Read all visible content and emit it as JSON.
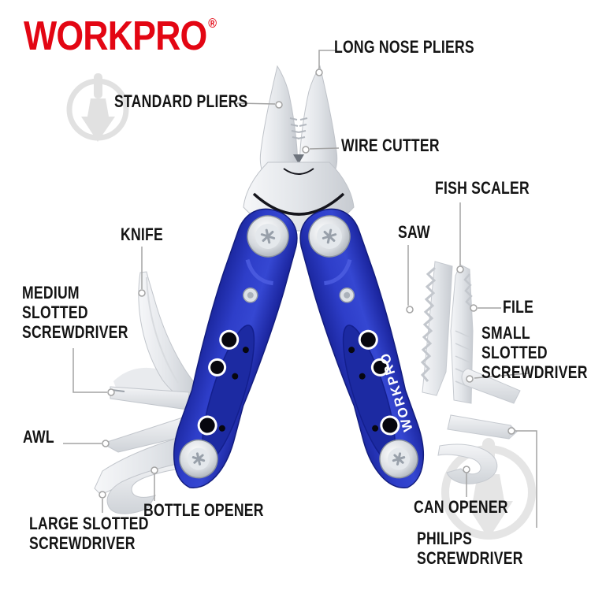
{
  "brand": {
    "name": "WORKPRO",
    "reg": "®",
    "color": "#e30613"
  },
  "product": {
    "description": "WORKPRO multitool pliers with blue handles, parts callout diagram",
    "handle_color": "#2b3abc",
    "handle_text": "WORKPRO"
  },
  "labels": [
    {
      "id": "long-nose-pliers",
      "text": "LONG NOSE PLIERS"
    },
    {
      "id": "standard-pliers",
      "text": "STANDARD PLIERS"
    },
    {
      "id": "wire-cutter",
      "text": "WIRE CUTTER"
    },
    {
      "id": "fish-scaler",
      "text": "FISH SCALER"
    },
    {
      "id": "saw",
      "text": "SAW"
    },
    {
      "id": "knife",
      "text": "KNIFE"
    },
    {
      "id": "medium-slotted-screwdriver",
      "text": "MEDIUM\nSLOTTED\nSCREWDRIVER"
    },
    {
      "id": "file",
      "text": "FILE"
    },
    {
      "id": "small-slotted-screwdriver",
      "text": "SMALL SLOTTED\nSCREWDRIVER"
    },
    {
      "id": "awl",
      "text": "AWL"
    },
    {
      "id": "large-slotted-screwdriver",
      "text": "LARGE SLOTTED\nSCREWDRIVER"
    },
    {
      "id": "bottle-opener",
      "text": "BOTTLE OPENER"
    },
    {
      "id": "can-opener",
      "text": "CAN OPENER"
    },
    {
      "id": "philips-screwdriver",
      "text": "PHILIPS SCREWDRIVER"
    }
  ]
}
